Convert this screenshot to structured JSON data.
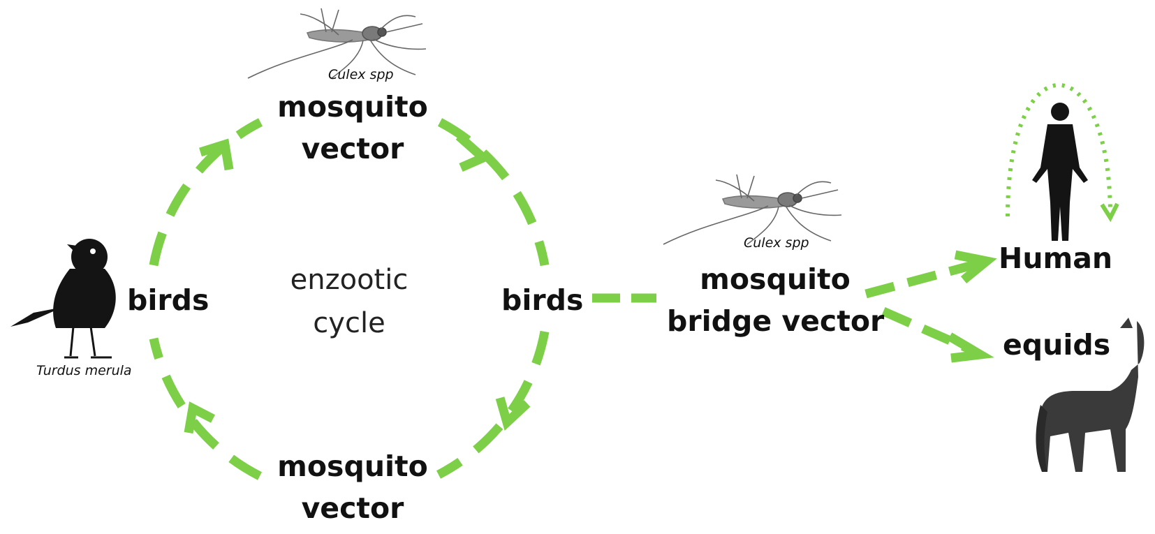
{
  "cycle": {
    "top_vector": [
      "mosquito",
      "vector"
    ],
    "bottom_vector": [
      "mosquito",
      "vector"
    ],
    "left_host": "birds",
    "right_host": "birds",
    "center": [
      "enzootic",
      "cycle"
    ]
  },
  "species": {
    "mosquito_top": "Culex spp",
    "mosquito_bridge": "Culex spp",
    "bird": "Turdus merula"
  },
  "bridge": [
    "mosquito",
    "bridge vector"
  ],
  "dead_end_hosts": {
    "human": "Human",
    "equids": "equids"
  },
  "colors": {
    "arrow": "#7ccf47",
    "text": "#111111",
    "silhouette": "#141414",
    "horse": "#3a3a3a"
  }
}
